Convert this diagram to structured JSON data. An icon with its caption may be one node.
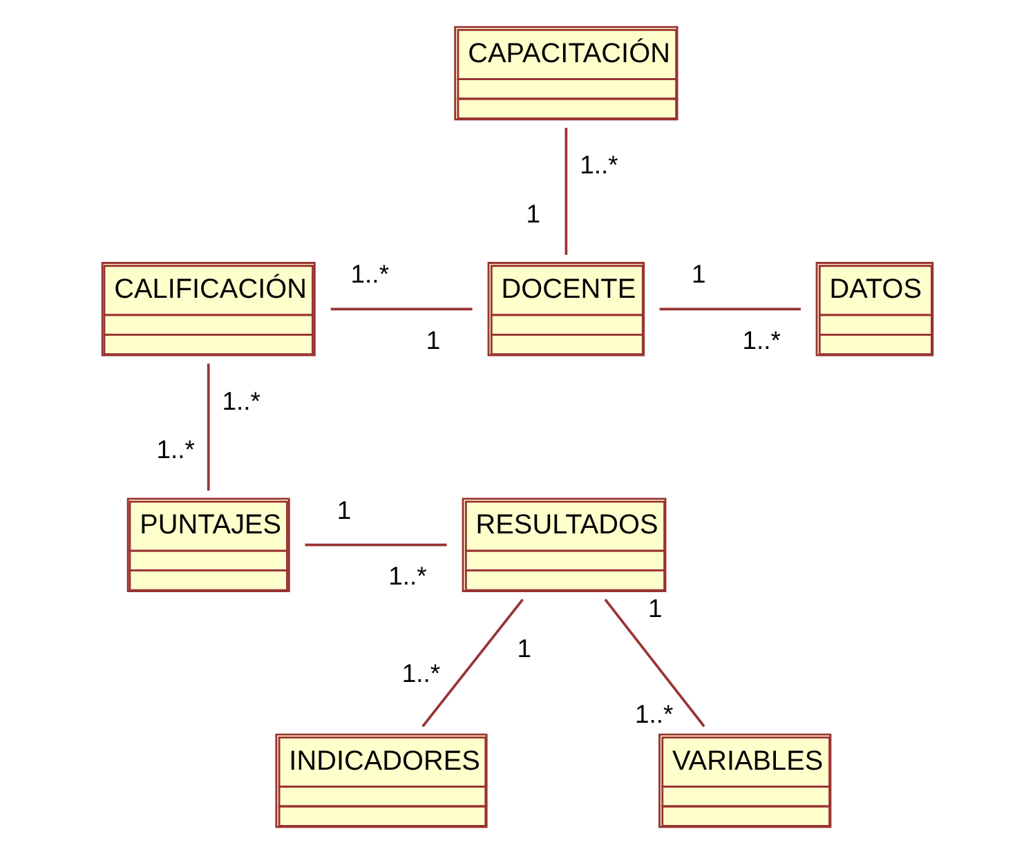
{
  "diagram": {
    "nodes": [
      {
        "text": [
          "CAPACITACIÓN"
        ]
      },
      {
        "text": [
          "CALIFICACIÓN"
        ]
      },
      {
        "text": [
          "DOCENTE"
        ]
      },
      {
        "text": [
          "DATOS"
        ]
      },
      {
        "text": [
          "PUNTAJES"
        ]
      },
      {
        "text": [
          "RESULTADOS"
        ]
      },
      {
        "text": [
          "INDICADORES"
        ]
      },
      {
        "text": [
          "VARIABLES"
        ]
      }
    ],
    "edges": [
      {
        "from": 0,
        "to": 2,
        "arrow": "none"
      },
      {
        "from": 1,
        "to": 2,
        "arrow": "none"
      },
      {
        "from": 2,
        "to": 3,
        "arrow": "none"
      },
      {
        "from": 1,
        "to": 4,
        "arrow": "none"
      },
      {
        "from": 4,
        "to": 5,
        "arrow": "none"
      },
      {
        "from": 5,
        "to": 6,
        "arrow": "none"
      },
      {
        "from": 5,
        "to": 7,
        "arrow": "none"
      }
    ],
    "labels": [
      "1..*",
      "1",
      "1..*",
      "1",
      "1",
      "1..*",
      "1..*",
      "1..*",
      "1..*",
      "1",
      "1",
      "1",
      "1..*",
      "1..*"
    ]
  }
}
